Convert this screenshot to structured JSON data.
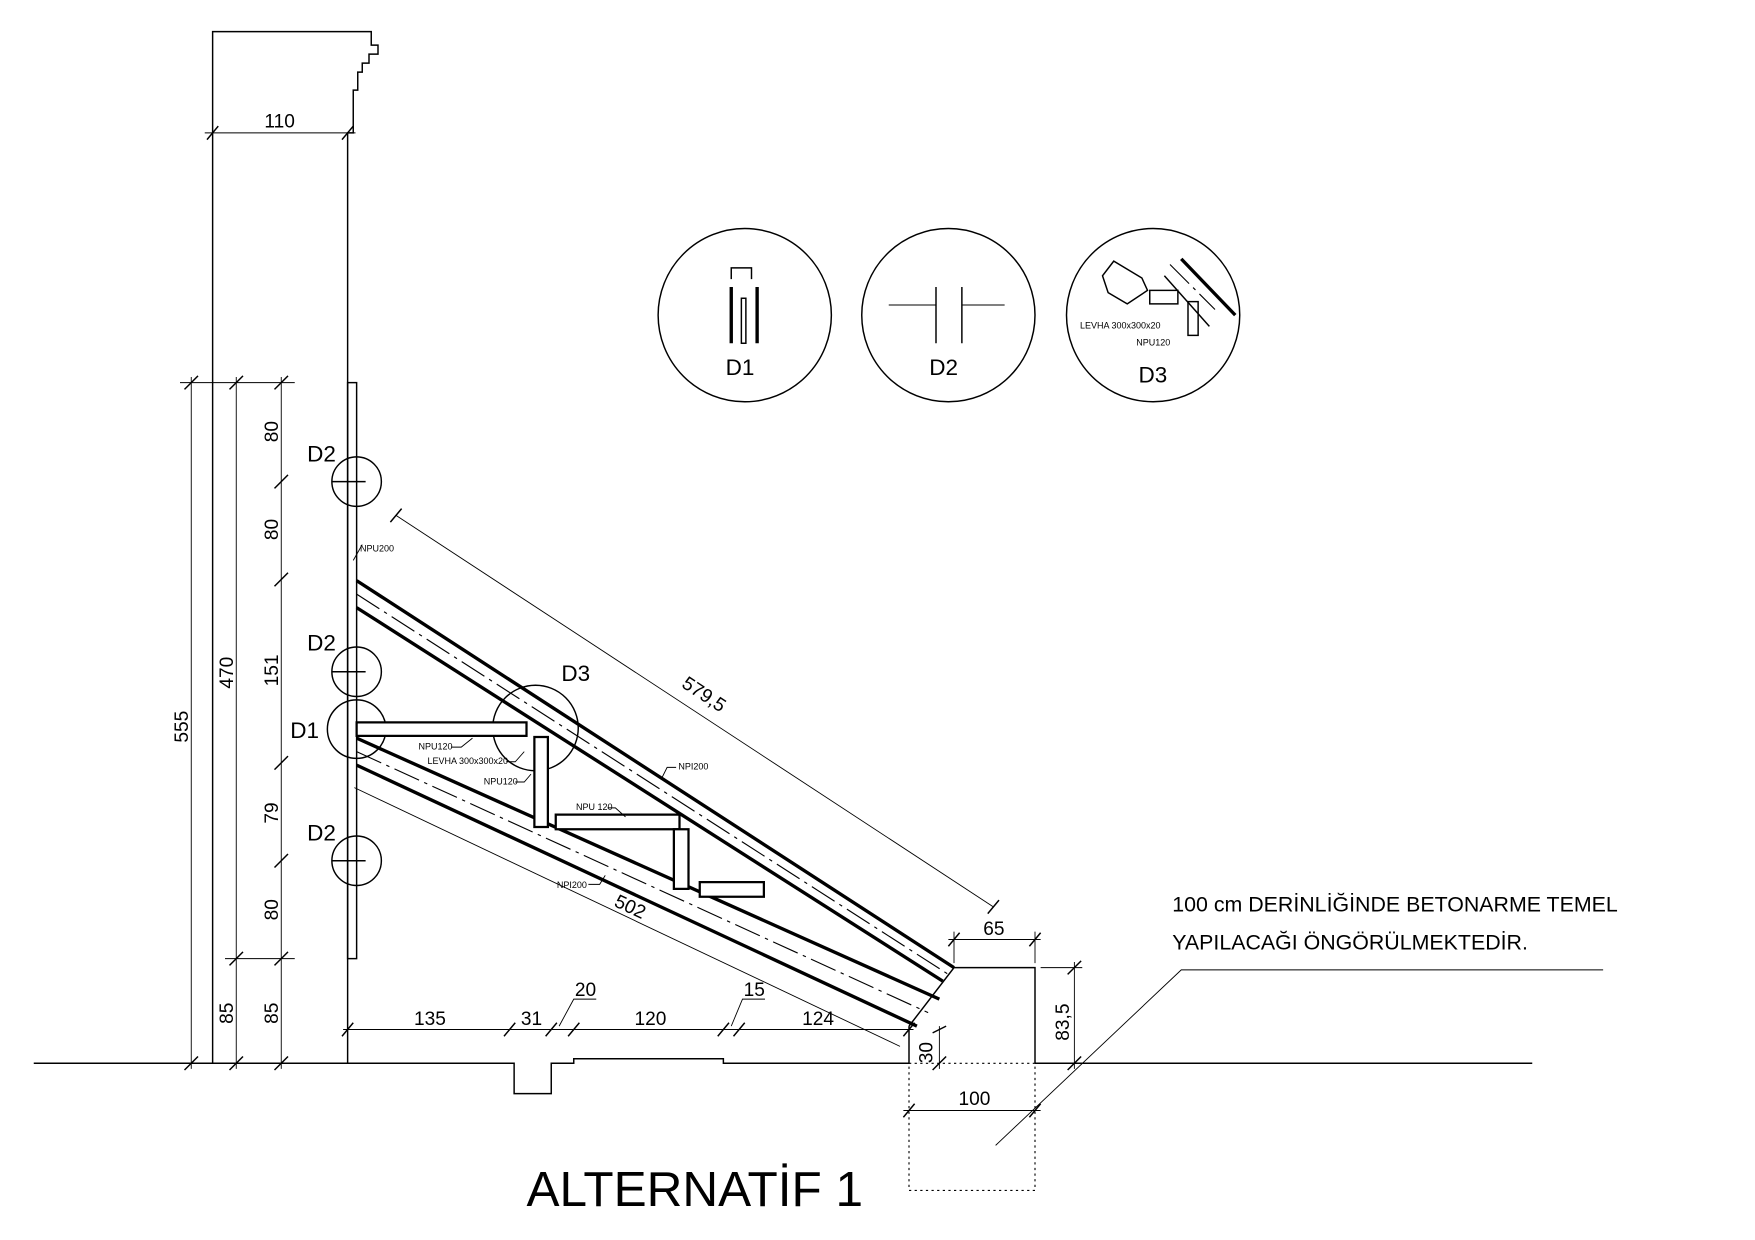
{
  "title": "ALTERNATİF 1",
  "note": [
    "100 cm DERİNLİĞİNDE BETONARME TEMEL",
    "YAPILACAĞI ÖNGÖRÜLMEKTEDİR."
  ],
  "details": [
    {
      "id": "D1"
    },
    {
      "id": "D2"
    },
    {
      "id": "D3",
      "labels": [
        "LEVHA 300x300x20",
        "NPU120"
      ]
    }
  ],
  "markers": {
    "d1": "D1",
    "d2a": "D2",
    "d2b": "D2",
    "d2c": "D2",
    "d3": "D3"
  },
  "dimensions": {
    "wall_width": "110",
    "total_height": "555",
    "height_470": "470",
    "height_85_outer": "85",
    "vertical_segments": [
      "80",
      "80",
      "151",
      "79",
      "80",
      "85"
    ],
    "upper_rafter": "579,5",
    "lower_rafter": "502",
    "horizontal_segments": [
      "135",
      "31",
      "20",
      "120",
      "15",
      "124"
    ],
    "block_top": "65",
    "block_base": "30",
    "foundation_width": "100",
    "block_height": "83,5"
  },
  "member_labels": {
    "column": "NPU200",
    "upper_rafter": "NPI200",
    "lower_rafter": "NPI200",
    "strut1": "NPU120",
    "plate": "LEVHA 300x300x20",
    "strut2": "NPU120",
    "strut3": "NPU 120"
  }
}
